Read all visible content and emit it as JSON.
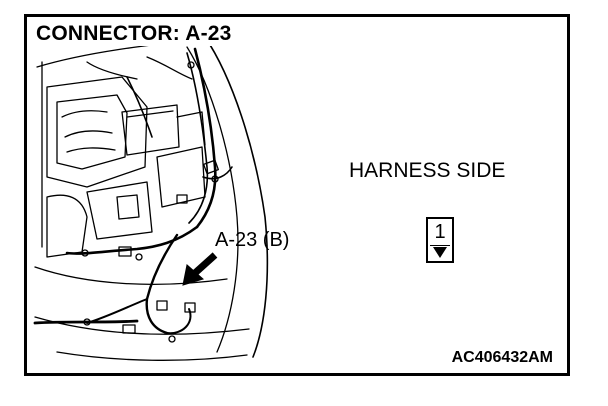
{
  "title": "CONNECTOR: A-23",
  "harness_side": "HARNESS SIDE",
  "connector_ref": "A-23 (B)",
  "pin_number": "1",
  "figure_id": "AC406432AM"
}
